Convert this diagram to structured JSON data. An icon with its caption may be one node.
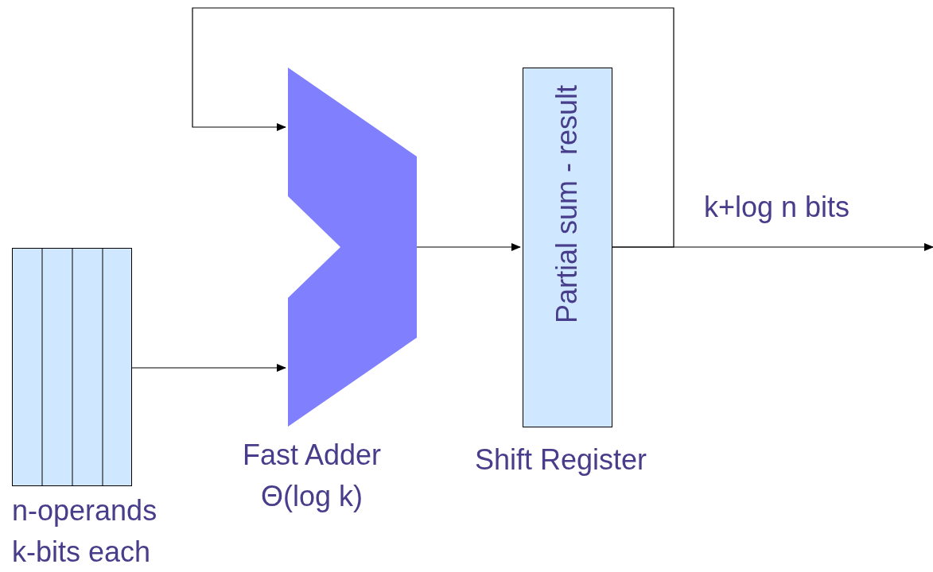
{
  "diagram": {
    "nodes": [
      {
        "text": [
          "n-operands k-bits each"
        ]
      },
      {
        "text": [
          "Fast Adder Θ(log k)"
        ]
      },
      {
        "text": [
          "Partial sum - result",
          "Shift Register"
        ]
      }
    ],
    "edges": [
      {
        "from": 0,
        "to": 1,
        "arrow": "to"
      },
      {
        "from": 1,
        "to": 2,
        "arrow": "to"
      },
      {
        "from": 2,
        "to": 1,
        "arrow": "to"
      },
      {
        "from": 2,
        "to": null,
        "arrow": "to",
        "label": "k+log n bits"
      }
    ]
  }
}
